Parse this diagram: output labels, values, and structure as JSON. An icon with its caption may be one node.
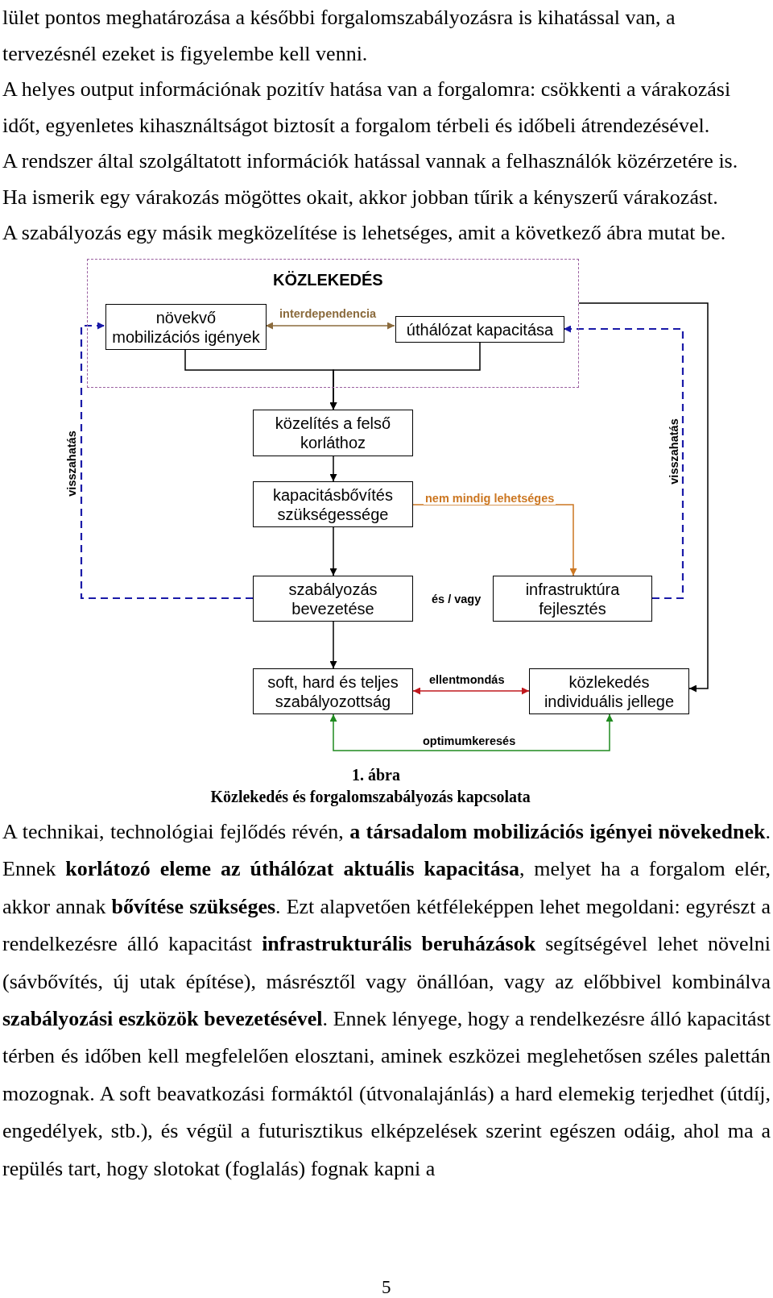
{
  "diagram": {
    "caption": "Közlekedés és forgalomszabályozás kapcsolata",
    "nodes": [
      {
        "text": [
          "KÖZLEKEDÉS"
        ]
      },
      {
        "text": [
          "növekvő mobilizációs igények"
        ],
        "in": 0
      },
      {
        "text": [
          "úthálózat kapacitása"
        ],
        "in": 0
      },
      {
        "text": [
          "közelítés a felső korláthoz"
        ]
      },
      {
        "text": [
          "kapacitásbővítés szükségessége"
        ]
      },
      {
        "text": [
          "szabályozás bevezetése"
        ]
      },
      {
        "text": [
          "infrastruktúra fejlesztés"
        ]
      },
      {
        "text": [
          "soft, hard és teljes szabályozottság"
        ]
      },
      {
        "text": [
          "közlekedés individuális jellege"
        ]
      }
    ],
    "edges": [
      {
        "from": 1,
        "to": 2,
        "arrow": "both",
        "label": "interdependencia",
        "color": "#8b6b3d"
      },
      {
        "from": 1,
        "to": 3,
        "arrow": "to"
      },
      {
        "from": 2,
        "to": 3,
        "arrow": "to"
      },
      {
        "from": 3,
        "to": 4,
        "arrow": "to"
      },
      {
        "from": 4,
        "to": 6,
        "arrow": "to",
        "label": "nem mindig lehetséges",
        "color": "#cc7722"
      },
      {
        "from": 4,
        "to": 5,
        "arrow": "to"
      },
      {
        "from": 5,
        "to": 1,
        "arrow": "to",
        "label": "visszahatás",
        "style": "dashed",
        "color": "#1a1aa8"
      },
      {
        "from": 6,
        "to": 2,
        "arrow": "to",
        "label": "visszahatás",
        "style": "dashed",
        "color": "#1a1aa8"
      },
      {
        "from": 5,
        "to": 7,
        "arrow": "to"
      },
      {
        "from": 0,
        "to": 8,
        "arrow": "to"
      },
      {
        "from": 7,
        "to": 8,
        "arrow": "both",
        "label": "ellentmondás",
        "color": "#c0181e"
      },
      {
        "from": 7,
        "to": 8,
        "arrow": "both",
        "label": "optimumkeresés",
        "color": "#1f8a1f"
      }
    ],
    "labels": [
      "lület pontos meghatározása a későbbi forgalomszabályozásra is kihatással van, a tervezésnél ezeket is figyelembe kell venni.",
      "A helyes output információnak pozitív hatása van a forgalomra: csökkenti a várakozási időt, egyenletes kihasználtságot biztosít a forgalom térbeli és időbeli átrendezésével.",
      "A rendszer által szolgáltatott információk hatással vannak a felhasználók közérzetére is.",
      "Ha ismerik egy várakozás mögöttes okait, akkor jobban tűrik a kényszerű várakozást.",
      "A szabályozás egy másik megközelítése is lehetséges, amit a következő ábra mutat be.",
      "és / vagy",
      "1. ábra",
      "A technikai, technológiai fejlődés révén, **a társadalom mobilizációs igényei növekednek**. Ennek **korlátozó eleme az úthálózat aktuális kapacitása**, melyet ha a forgalom elér, akkor annak **bővítése szükséges**. Ezt alapvetően kétféleképpen lehet megoldani: egyrészt a rendelkezésre álló kapacitást **infrastrukturális beruházások** segítségével lehet növelni (sávbővítés, új utak építése), másrésztől vagy önállóan, vagy az előbbivel kombinálva **szabályozási eszközök bevezetésével**. Ennek lényege, hogy a rendelkezésre álló kapacitást térben és időben kell megfelelően elosztani, aminek eszközei meglehetősen széles palettán mozognak. A soft beavatkozási formáktól (útvonalajánlás) a hard elemekig terjedhet (útdíj, engedélyek, stb.), és végül a futurisztikus elképzelések szerint egészen odáig, ahol ma a repülés tart, hogy slotokat (foglalás) fognak kapni a",
      "5"
    ]
  }
}
